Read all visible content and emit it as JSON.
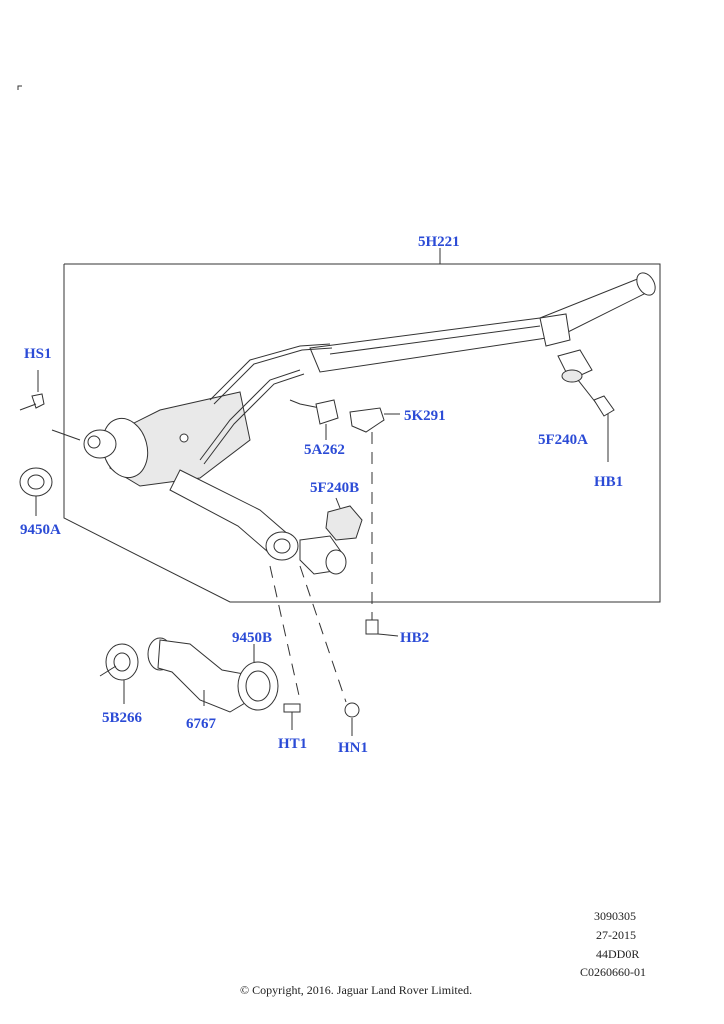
{
  "callouts": {
    "c5H221": "5H221",
    "cHS1": "HS1",
    "c9450A": "9450A",
    "c5K291": "5K291",
    "c5A262": "5A262",
    "c5F240A": "5F240A",
    "cHB1": "HB1",
    "c5F240B": "5F240B",
    "cHB2": "HB2",
    "c9450B": "9450B",
    "c5B266": "5B266",
    "c6767": "6767",
    "cHT1": "HT1",
    "cHN1": "HN1"
  },
  "meta": {
    "line1": "3090305",
    "line2": "27-2015",
    "line3": "44DD0R",
    "line4": "C0260660-01"
  },
  "copyright": "© Copyright, 2016. Jaguar Land Rover Limited.",
  "colors": {
    "callout": "#2b4bd6",
    "linework": "#333333"
  }
}
